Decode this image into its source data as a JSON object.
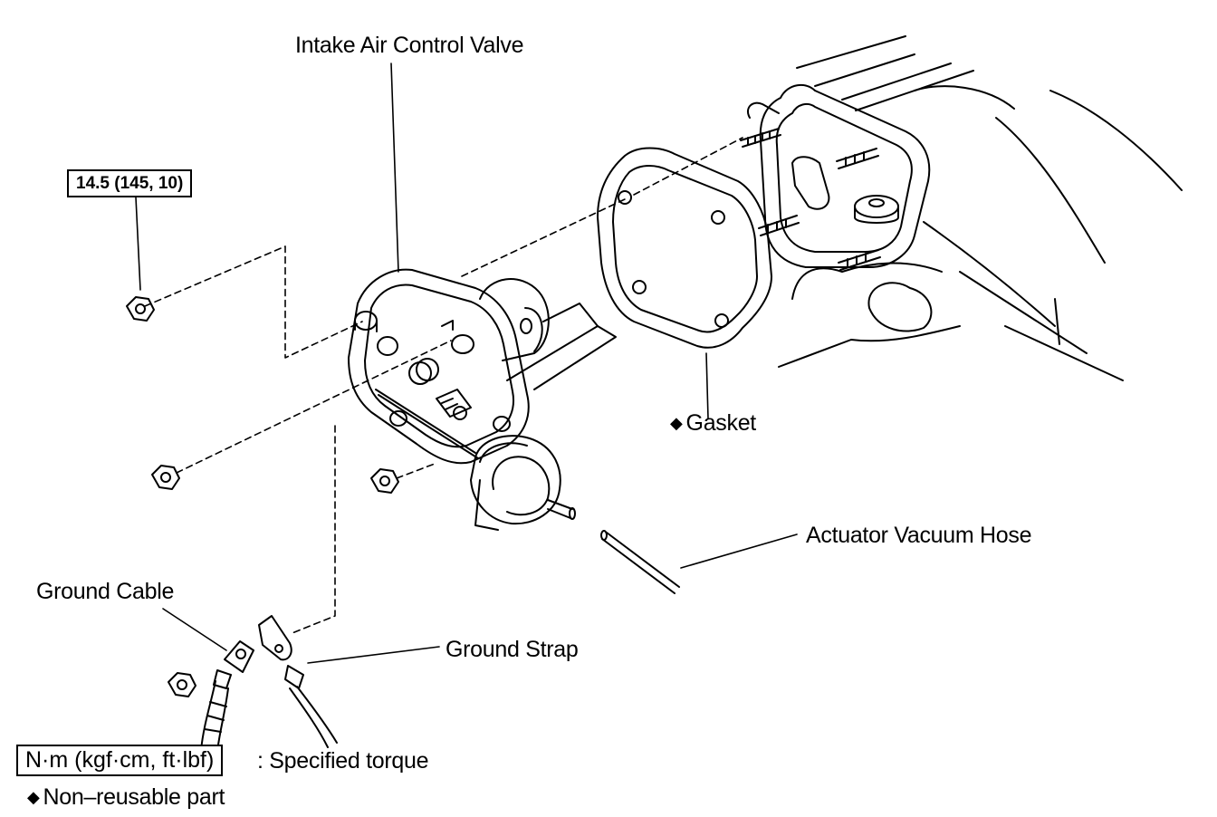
{
  "labels": {
    "intake_air_control_valve": "Intake Air Control Valve",
    "torque_value": "14.5 (145, 10)",
    "gasket": "Gasket",
    "actuator_vacuum_hose": "Actuator Vacuum Hose",
    "ground_cable": "Ground Cable",
    "ground_strap": "Ground Strap"
  },
  "legend": {
    "torque_units": "N·m (kgf·cm, ft·lbf)",
    "torque_desc": ": Specified torque",
    "non_reusable": "Non–reusable part",
    "diamond_symbol": "◆"
  },
  "icons": {
    "non_reusable_marker": "diamond-icon"
  }
}
